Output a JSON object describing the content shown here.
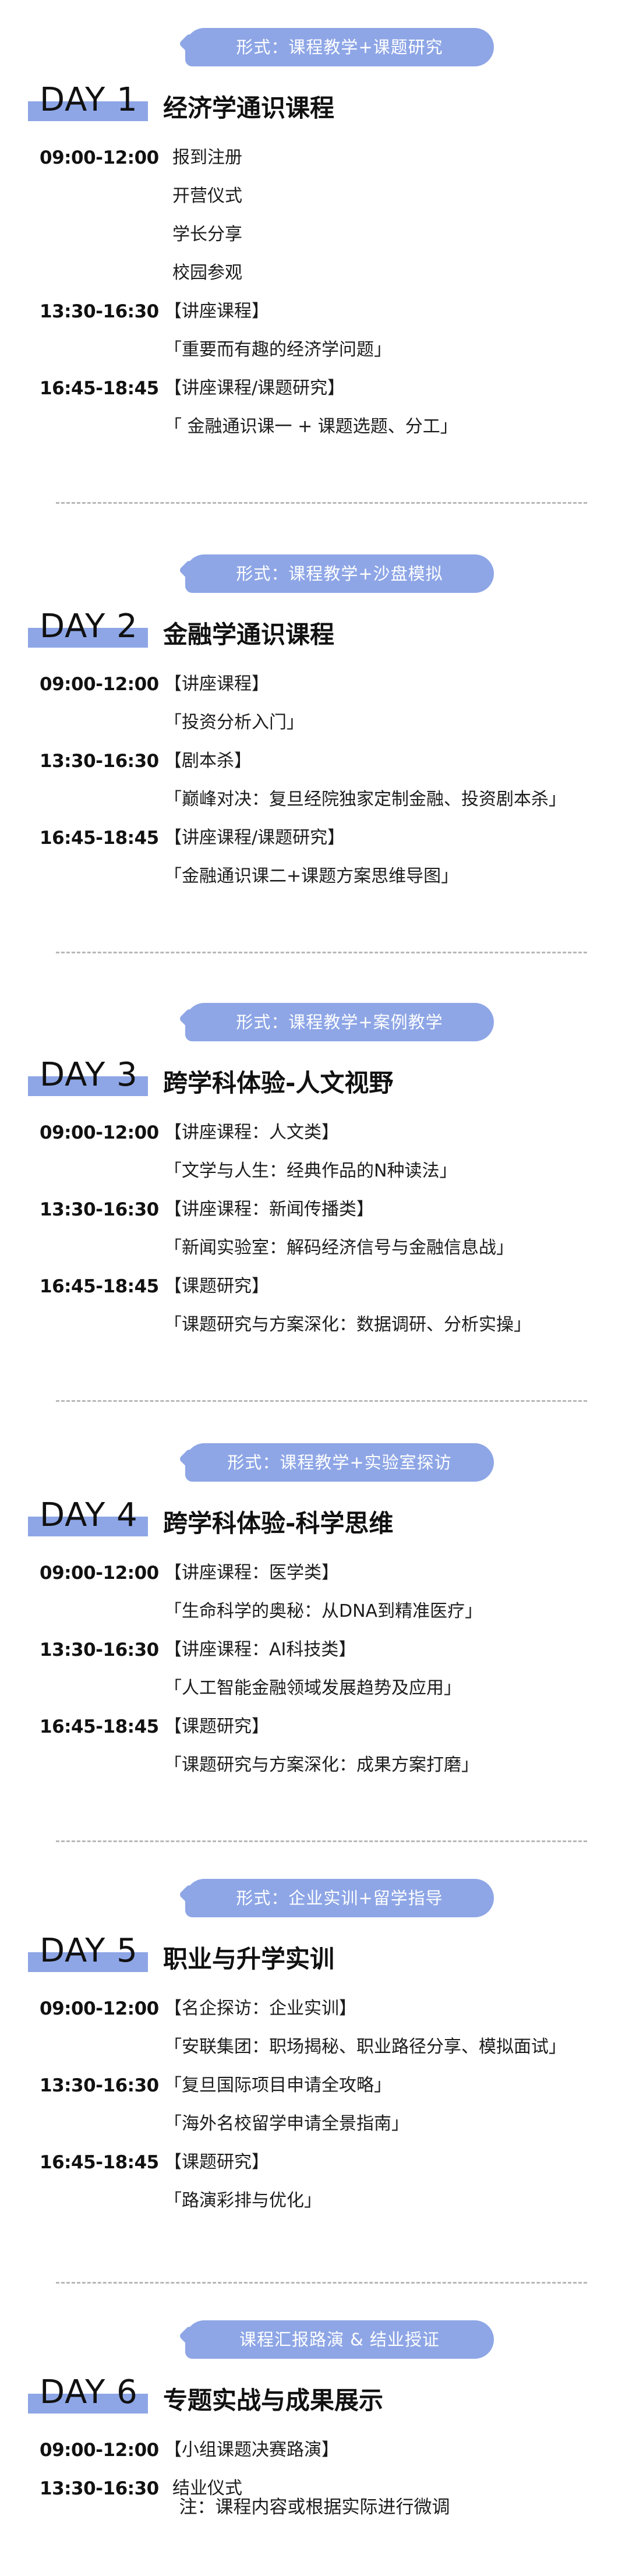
{
  "days": [
    {
      "format": "形式：课程教学+课题研究",
      "label": "DAY 1",
      "title": "经济学通识课程",
      "rows": [
        {
          "time": "09:00-12:00",
          "text": "报到注册"
        },
        {
          "time": "",
          "text": "开营仪式"
        },
        {
          "time": "",
          "text": "学长分享"
        },
        {
          "time": "",
          "text": "校园参观"
        },
        {
          "time": "13:30-16:30",
          "text": "【讲座课程】"
        },
        {
          "time": "",
          "text": "「重要而有趣的经济学问题」"
        },
        {
          "time": "16:45-18:45",
          "text": "【讲座课程/课题研究】"
        },
        {
          "time": "",
          "text": "「 金融通识课一 + 课题选题、分工」"
        }
      ]
    },
    {
      "format": "形式：课程教学+沙盘模拟",
      "label": "DAY 2",
      "title": "金融学通识课程",
      "rows": [
        {
          "time": "09:00-12:00",
          "text": "【讲座课程】"
        },
        {
          "time": "",
          "text": "「投资分析入门」"
        },
        {
          "time": "13:30-16:30",
          "text": "【剧本杀】"
        },
        {
          "time": "",
          "text": "「巅峰对决：复旦经院独家定制金融、投资剧本杀」"
        },
        {
          "time": "16:45-18:45",
          "text": "【讲座课程/课题研究】"
        },
        {
          "time": "",
          "text": "「金融通识课二+课题方案思维导图」"
        }
      ]
    },
    {
      "format": "形式：课程教学+案例教学",
      "label": "DAY 3",
      "title": "跨学科体验-人文视野",
      "rows": [
        {
          "time": "09:00-12:00",
          "text": "【讲座课程：人文类】"
        },
        {
          "time": "",
          "text": "「文学与人生：经典作品的N种读法」"
        },
        {
          "time": "13:30-16:30",
          "text": "【讲座课程：新闻传播类】"
        },
        {
          "time": "",
          "text": "「新闻实验室：解码经济信号与金融信息战」"
        },
        {
          "time": "16:45-18:45",
          "text": "【课题研究】"
        },
        {
          "time": "",
          "text": "「课题研究与方案深化：数据调研、分析实操」"
        }
      ]
    },
    {
      "format": "形式：课程教学+实验室探访",
      "label": "DAY 4",
      "title": "跨学科体验-科学思维",
      "rows": [
        {
          "time": "09:00-12:00",
          "text": "【讲座课程：医学类】"
        },
        {
          "time": "",
          "text": "「生命科学的奥秘：从DNA到精准医疗」"
        },
        {
          "time": "13:30-16:30",
          "text": "【讲座课程：AI科技类】"
        },
        {
          "time": "",
          "text": "「人工智能金融领域发展趋势及应用」"
        },
        {
          "time": "16:45-18:45",
          "text": "【课题研究】"
        },
        {
          "time": "",
          "text": "「课题研究与方案深化：成果方案打磨」"
        }
      ]
    },
    {
      "format": "形式：企业实训+留学指导",
      "label": "DAY 5",
      "title": "职业与升学实训",
      "rows": [
        {
          "time": "09:00-12:00",
          "text": "【名企探访：企业实训】"
        },
        {
          "time": "",
          "text": "「安联集团：职场揭秘、职业路径分享、模拟面试」"
        },
        {
          "time": "13:30-16:30",
          "text": "「复旦国际项目申请全攻略」"
        },
        {
          "time": "",
          "text": "「海外名校留学申请全景指南」"
        },
        {
          "time": "16:45-18:45",
          "text": "【课题研究】"
        },
        {
          "time": "",
          "text": "「路演彩排与优化」"
        }
      ]
    },
    {
      "format": "课程汇报路演 & 结业授证",
      "label": "DAY 6",
      "title": "专题实战与成果展示",
      "rows": [
        {
          "time": "09:00-12:00",
          "text": "【小组课题决赛路演】"
        },
        {
          "time": "13:30-16:30",
          "text": "结业仪式"
        }
      ]
    }
  ],
  "note": "注：课程内容或根据实际进行微调",
  "colors": {
    "accent": "#8ea6e6",
    "divider": "#b8b8b8",
    "text": "#1c1c1c"
  }
}
